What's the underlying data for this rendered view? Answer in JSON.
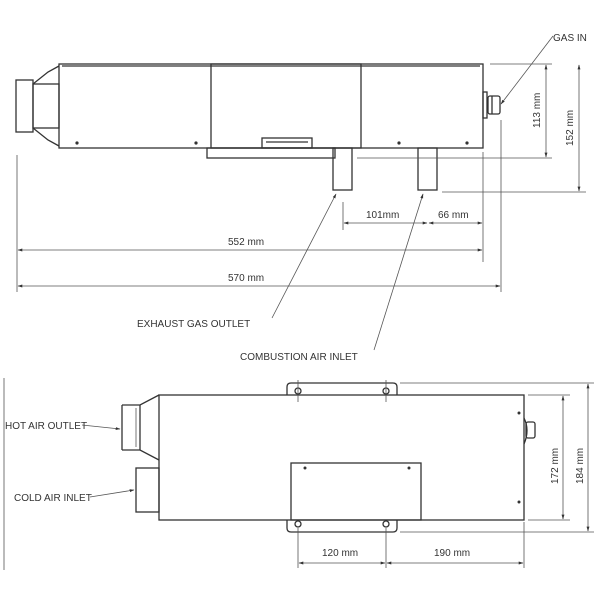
{
  "side_view": {
    "labels": {
      "gas_in": "GAS IN",
      "exhaust_gas_outlet": "EXHAUST GAS OUTLET",
      "combustion_air_inlet": "COMBUSTION AIR INLET"
    },
    "dimensions": {
      "height_body": "113 mm",
      "height_total": "152 mm",
      "inlet_spacing": "101mm",
      "inlet_to_end": "66 mm",
      "length_body": "552 mm",
      "length_total": "570 mm"
    }
  },
  "top_view": {
    "labels": {
      "hot_air_outlet": "HOT AIR OUTLET",
      "cold_air_inlet": "COLD AIR INLET"
    },
    "dimensions": {
      "width_body": "172 mm",
      "width_total": "184 mm",
      "mount_spacing": "120 mm",
      "mount_to_end": "190 mm"
    }
  },
  "colors": {
    "line": "#333333",
    "background": "#ffffff"
  }
}
